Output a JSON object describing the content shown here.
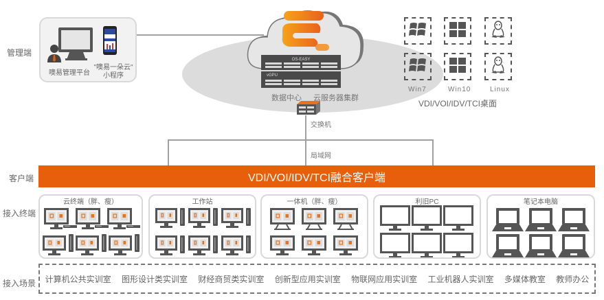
{
  "row_labels": {
    "management": "管理端",
    "client": "客户端",
    "access_terminal": "接入终端",
    "access_scene": "接入场景"
  },
  "management": {
    "platform_label": "噢易管理平台",
    "miniprogram_label_line1": "\"噢易一朵云\"",
    "miniprogram_label_line2": "小程序"
  },
  "datacenter": {
    "server1_label": "OS-EASY",
    "server2_label": "vGPU",
    "caption_left": "数据中心",
    "caption_right": "云服务器集群",
    "switch_label": "交换机",
    "lan_label": "局域网"
  },
  "desktops": {
    "os": [
      {
        "name": "Win7",
        "icon": "windows7-icon"
      },
      {
        "name": "Win10",
        "icon": "windows10-icon"
      },
      {
        "name": "Linux",
        "icon": "linux-penguin-icon"
      }
    ],
    "caption": "VDI/VOI/IDV/TCI桌面"
  },
  "client_bar": {
    "label": "VDI/VOI/IDV/TCI融合客户端",
    "color": "#e85f0b"
  },
  "terminals": [
    {
      "title": "云终端（胖、瘦）",
      "type": "cloud-terminal"
    },
    {
      "title": "工作站",
      "type": "workstation"
    },
    {
      "title": "一体机（胖、瘦）",
      "type": "all-in-one"
    },
    {
      "title": "利旧PC",
      "type": "legacy-pc"
    },
    {
      "title": "笔记本电脑",
      "type": "laptop"
    }
  ],
  "scenes": [
    "计算机公共实训室",
    "图形设计类实训室",
    "财经商贸类实训室",
    "创新型应用实训室",
    "物联网应用实训室",
    "工业机器人实训室",
    "多媒体教室",
    "教师办公"
  ]
}
